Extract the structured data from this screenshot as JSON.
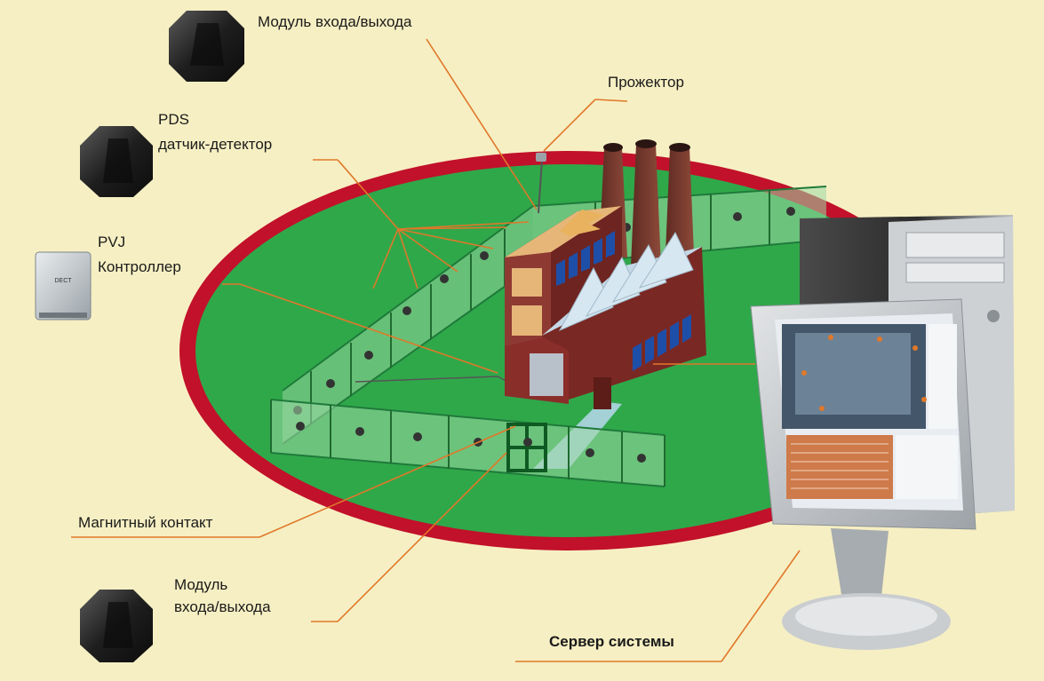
{
  "labels": {
    "io_module_top": "Модуль входа/выхода",
    "projector": "Прожектор",
    "pds_line1": "PDS",
    "pds_line2": "датчик-детектор",
    "pvj_line1": "PVJ",
    "pvj_line2": "Контроллер",
    "controller_device_text": "DECT",
    "magnetic_contact": "Магнитный контакт",
    "io_module_bottom_line1": "Модуль",
    "io_module_bottom_line2": "входа/выхода",
    "server": "Сервер системы"
  },
  "colors": {
    "background": "#f6efc3",
    "leader_line": "#e0782a",
    "lawn": "#2fa84a",
    "ring": "#c2112a",
    "building": "#8a2e2a",
    "fence": "#9fd8a6"
  }
}
